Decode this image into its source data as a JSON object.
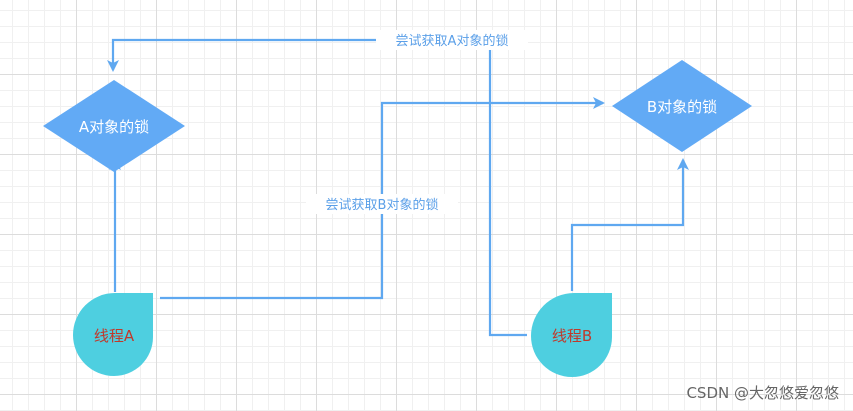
{
  "nodes": {
    "lock_a": "A对象的锁",
    "lock_b": "B对象的锁",
    "thread_a": "线程A",
    "thread_b": "线程B"
  },
  "edges": {
    "try_lock_a": "尝试获取A对象的锁",
    "try_lock_b": "尝试获取B对象的锁"
  },
  "watermark": "CSDN @大忽悠爱忽悠",
  "colors": {
    "line": "#5fa8f0",
    "diamond": "#62aaf5",
    "thread_fill": "#4ecfe0",
    "thread_text": "#c0392b",
    "diamond_text": "#ffffff",
    "edge_label": "#5a9fe8"
  }
}
